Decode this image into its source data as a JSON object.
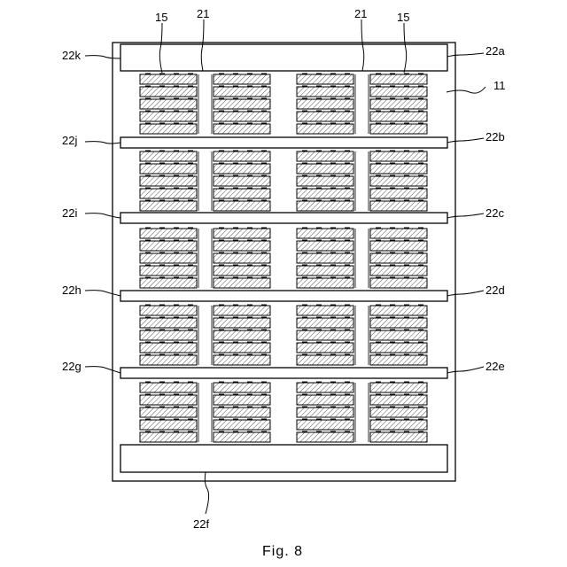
{
  "labels": {
    "l22k": "22k",
    "l22j": "22j",
    "l22i": "22i",
    "l22h": "22h",
    "l22g": "22g",
    "l22a": "22a",
    "l22b": "22b",
    "l22c": "22c",
    "l22d": "22d",
    "l22e": "22e",
    "l22f": "22f",
    "l15_left": "15",
    "l21_left": "21",
    "l21_right": "21",
    "l15_right": "15",
    "l11": "11"
  },
  "caption": "Fig. 8",
  "colors": {
    "line": "#000000",
    "hatch": "#555555",
    "background": "#ffffff"
  }
}
